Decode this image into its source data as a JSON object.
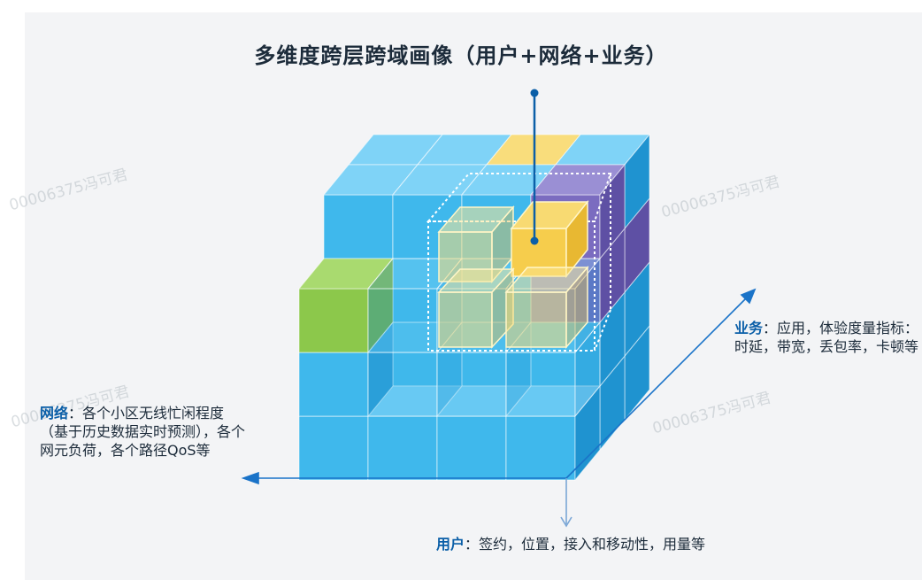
{
  "title": "多维度跨层跨域画像（用户+网络+业务）",
  "labels": {
    "business": {
      "key": "业务",
      "text": "：应用，体验度量指标：时延，带宽，丢包率，卡顿等"
    },
    "network": {
      "key": "网络",
      "text": "：各个小区无线忙闲程度（基于历史数据实时预测），各个网元负荷，各个路径QoS等"
    },
    "user": {
      "key": "用户",
      "text": "：签约，位置，接入和移动性，用量等"
    }
  },
  "watermarks": [
    "00006375冯可君",
    "00006375冯可君",
    "00006375冯可君",
    "00006375冯可君"
  ],
  "colors": {
    "blue": "#3bb4e8",
    "yellow": "#f6cd4c",
    "purple": "#7b6cc0",
    "green": "#8cc84b",
    "axis": "#1a73c8"
  }
}
